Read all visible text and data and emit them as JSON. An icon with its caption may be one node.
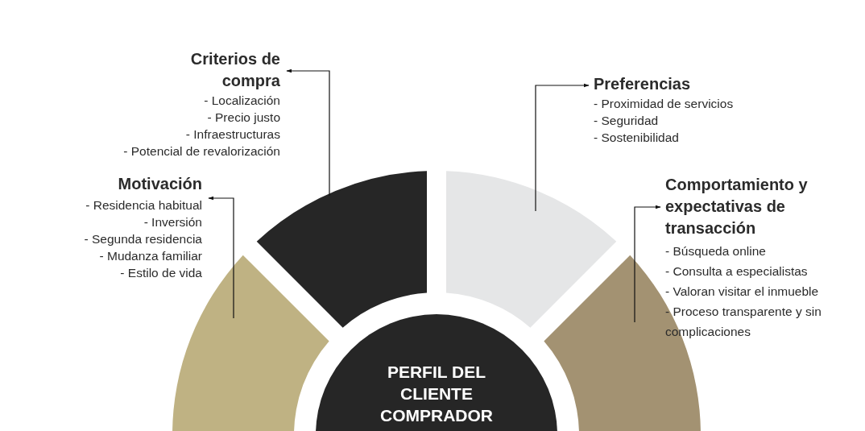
{
  "diagram": {
    "nodes": [
      {
        "text": [
          "Criterios de compra",
          "- Localización",
          "- Precio justo",
          "- Infraestructuras",
          "- Potencial de revalorización"
        ]
      },
      {
        "text": [
          "Preferencias",
          "- Proximidad de servicios",
          "- Seguridad",
          "- Sostenibilidad"
        ]
      },
      {
        "text": [
          "Motivación",
          "- Residencia habitual",
          "- Inversión",
          "- Segunda residencia",
          "- Mudanza familiar",
          "- Estilo de vida"
        ]
      },
      {
        "text": [
          "Comportamiento y expectativas de transacción",
          "- Búsqueda online",
          "- Consulta a especialistas",
          "- Valoran visitar el inmueble",
          "- Proceso transparente y sin complicaciones"
        ]
      },
      {
        "text": [],
        "shape": "wedge"
      },
      {
        "text": [],
        "shape": "wedge"
      },
      {
        "text": [],
        "shape": "wedge"
      },
      {
        "text": [],
        "shape": "wedge"
      },
      {
        "text": [
          "PERFIL DEL CLIENTE COMPRADOR"
        ]
      }
    ],
    "edges": [
      {
        "from": 5,
        "to": 0,
        "arrow": "to"
      },
      {
        "from": 6,
        "to": 1,
        "arrow": "to"
      },
      {
        "from": 4,
        "to": 2,
        "arrow": "to"
      },
      {
        "from": 7,
        "to": 3,
        "arrow": "to"
      }
    ]
  }
}
